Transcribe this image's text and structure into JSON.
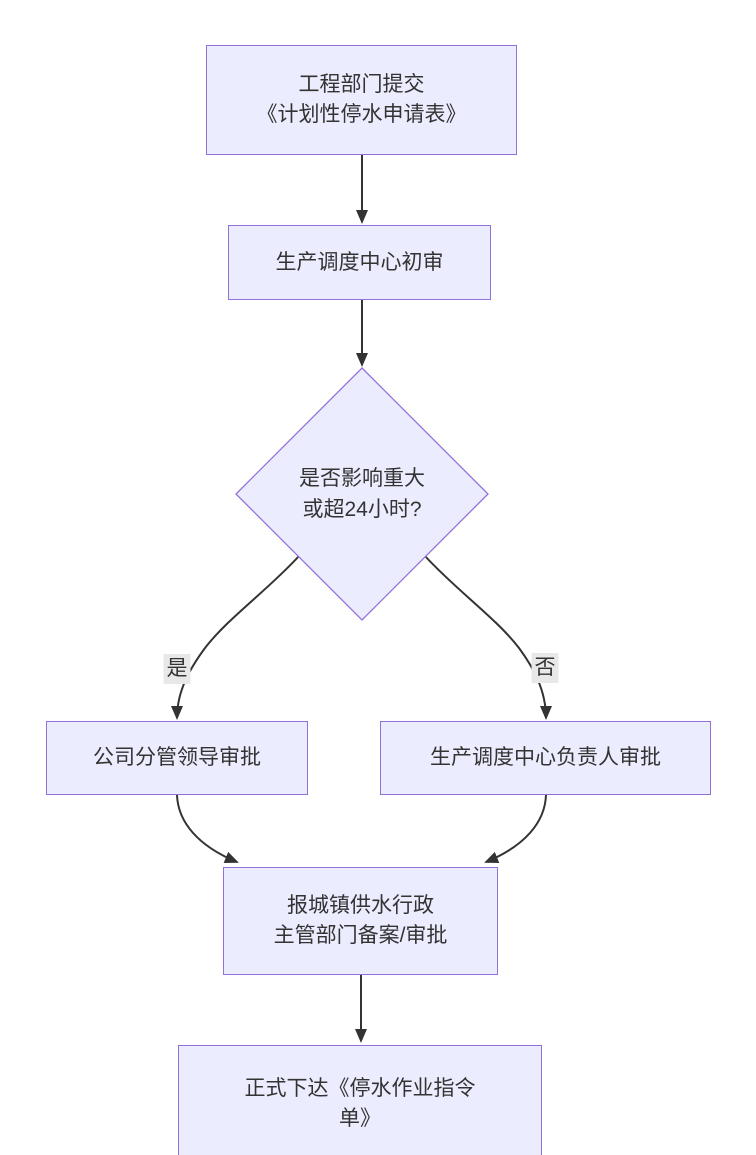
{
  "diagram": {
    "type": "flowchart",
    "direction": "top-down",
    "nodes": {
      "submit": {
        "shape": "rect",
        "lines": [
          "工程部门提交",
          "《计划性停水申请表》"
        ]
      },
      "initial_review": {
        "shape": "rect",
        "lines": [
          "生产调度中心初审"
        ]
      },
      "decision": {
        "shape": "diamond",
        "lines": [
          "是否影响重大",
          "或超24小时?"
        ]
      },
      "leader_approval": {
        "shape": "rect",
        "lines": [
          "公司分管领导审批"
        ]
      },
      "center_head_approval": {
        "shape": "rect",
        "lines": [
          "生产调度中心负责人审批"
        ]
      },
      "report_filing": {
        "shape": "rect",
        "lines": [
          "报城镇供水行政",
          "主管部门备案/审批"
        ]
      },
      "issue_order": {
        "shape": "rect",
        "lines": [
          "正式下达《停水作业指令",
          "单》"
        ]
      }
    },
    "edges": [
      {
        "from": "submit",
        "to": "initial_review",
        "label": ""
      },
      {
        "from": "initial_review",
        "to": "decision",
        "label": ""
      },
      {
        "from": "decision",
        "to": "leader_approval",
        "label": "是"
      },
      {
        "from": "decision",
        "to": "center_head_approval",
        "label": "否"
      },
      {
        "from": "leader_approval",
        "to": "report_filing",
        "label": ""
      },
      {
        "from": "center_head_approval",
        "to": "report_filing",
        "label": ""
      },
      {
        "from": "report_filing",
        "to": "issue_order",
        "label": ""
      }
    ],
    "colors": {
      "node_fill": "#ECECFF",
      "node_border": "#9370DB",
      "edge_line": "#333333",
      "edge_label_bg": "#e8e8e8",
      "text": "#333333",
      "background": "#ffffff"
    }
  }
}
